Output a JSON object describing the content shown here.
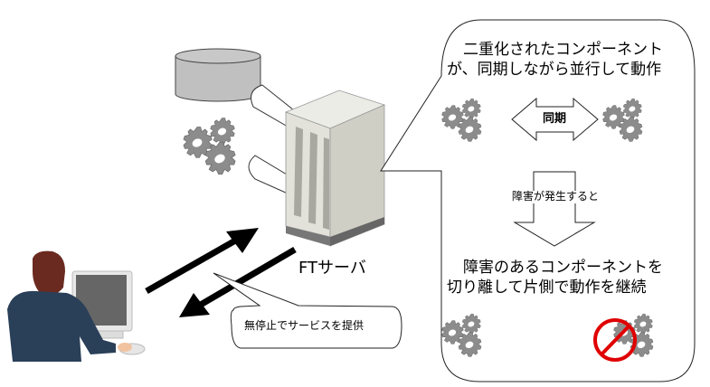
{
  "diagram": {
    "server_label": "FTサーバ",
    "service_bubble": "無停止でサービスを提供",
    "callout": {
      "line1": "二重化されたコンポーネント",
      "line2": "が、同期しながら並行して動作",
      "sync_label": "同期",
      "failure_label": "障害が発生すると",
      "result_line1": "障害のあるコンポーネントを",
      "result_line2": "切り離して片側で動作を継続"
    },
    "colors": {
      "gear": "#8c8c8c",
      "database": "#c0c0c0",
      "server": "#e0e0d8",
      "prohibit": "#e00000",
      "suit": "#2a3f58",
      "hair": "#6b2a20",
      "arrow": "#000000"
    }
  }
}
